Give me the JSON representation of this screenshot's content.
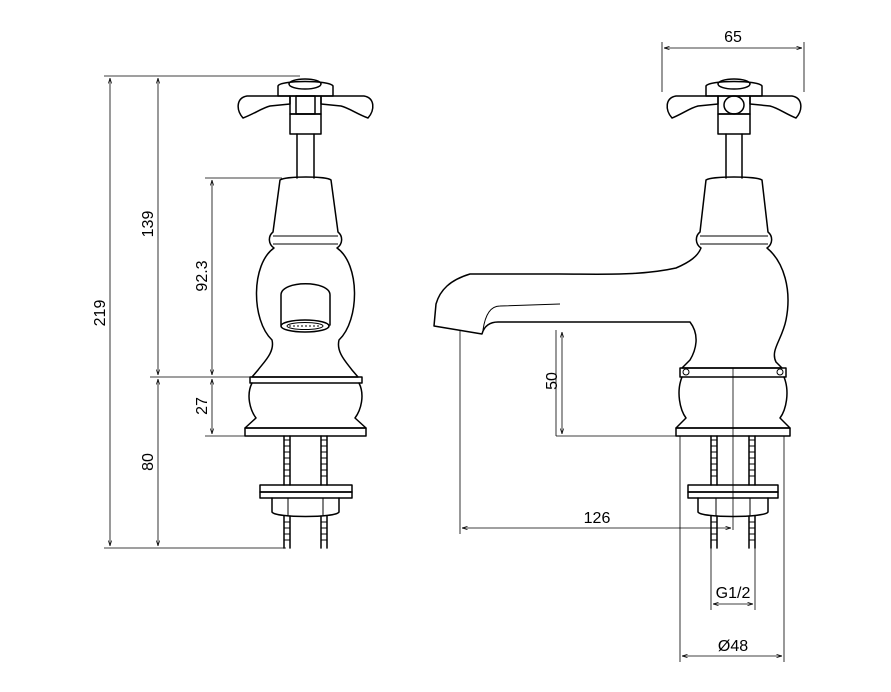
{
  "dimensions": {
    "total_height": "219",
    "upper_height": "139",
    "body_height": "92.3",
    "base_height": "27",
    "shank_length": "80",
    "handle_width": "65",
    "spout_height": "50",
    "spout_reach": "126",
    "thread": "G1/2",
    "base_diameter": "Ø48"
  }
}
